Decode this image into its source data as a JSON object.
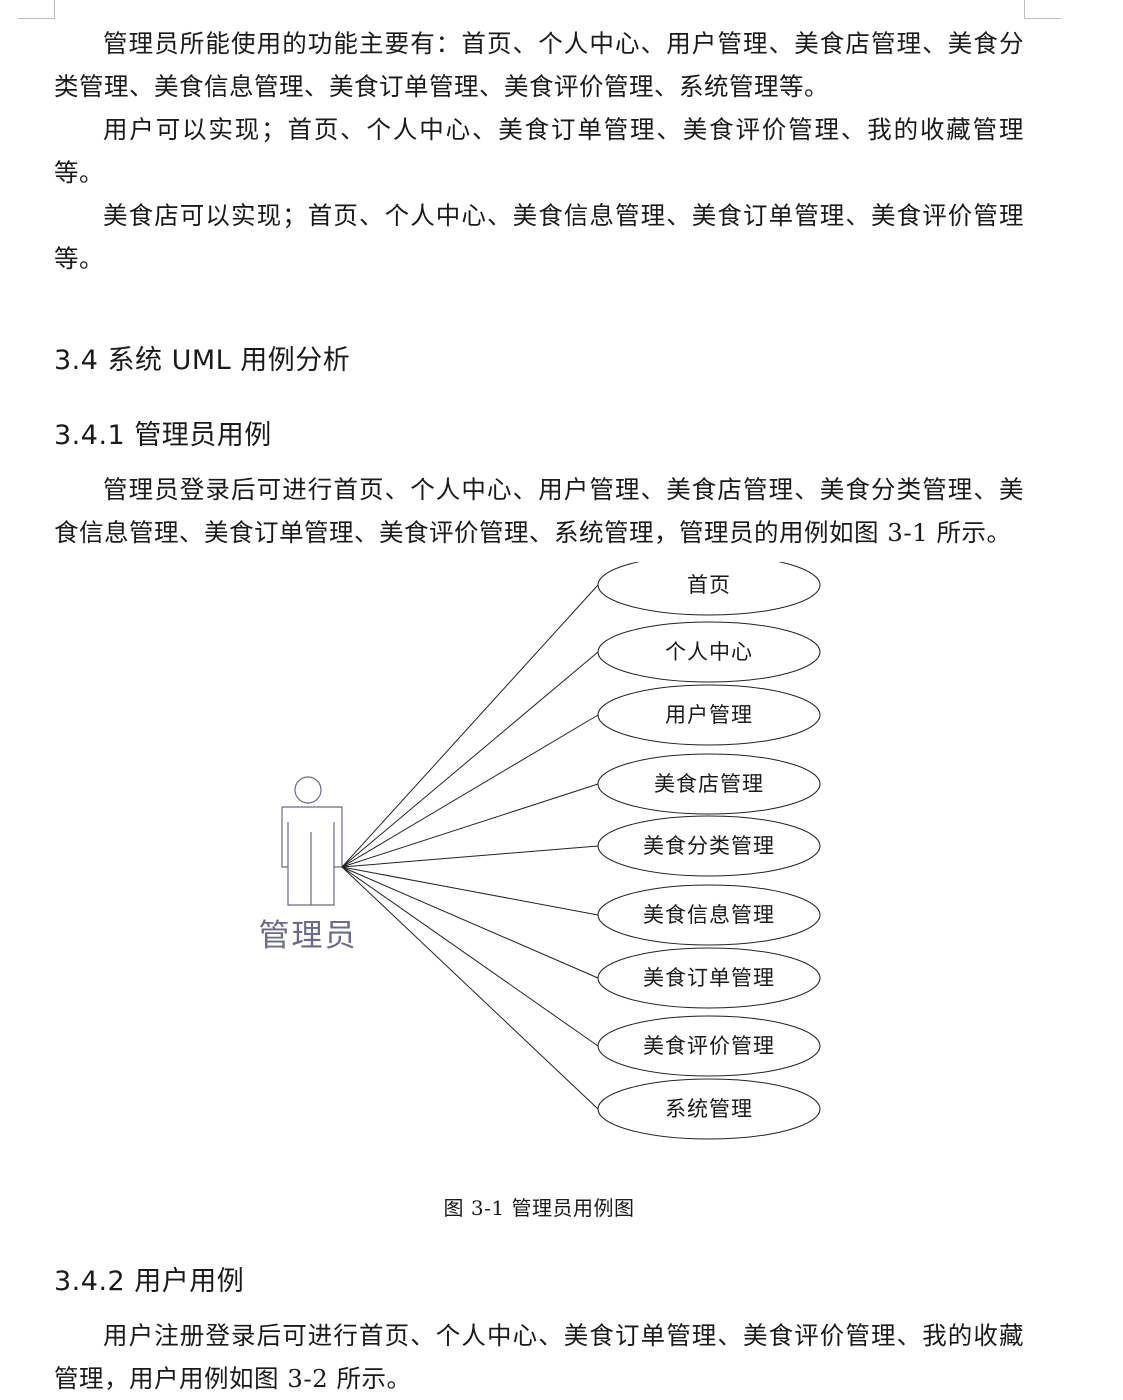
{
  "intro": {
    "admin_functions": "管理员所能使用的功能主要有：首页、个人中心、用户管理、美食店管理、美食分类管理、美食信息管理、美食订单管理、美食评价管理、系统管理等。",
    "user_functions": "用户可以实现；首页、个人中心、美食订单管理、美食评价管理、我的收藏管理等。",
    "shop_functions": "美食店可以实现；首页、个人中心、美食信息管理、美食订单管理、美食评价管理等。"
  },
  "section_3_4": {
    "title": "3.4 系统 UML 用例分析"
  },
  "section_3_4_1": {
    "title": "3.4.1 管理员用例",
    "body": "管理员登录后可进行首页、个人中心、用户管理、美食店管理、美食分类管理、美食信息管理、美食订单管理、美食评价管理、系统管理，管理员的用例如图 3-1 所示。"
  },
  "figure_3_1": {
    "actor_label": "管理员",
    "use_cases": [
      "首页",
      "个人中心",
      "用户管理",
      "美食店管理",
      "美食分类管理",
      "美食信息管理",
      "美食订单管理",
      "美食评价管理",
      "系统管理"
    ],
    "caption": "图 3-1 管理员用例图",
    "actor_color": "#6b6b8a",
    "line_color": "#222222"
  },
  "section_3_4_2": {
    "title": "3.4.2 用户用例",
    "body": "用户注册登录后可进行首页、个人中心、美食订单管理、美食评价管理、我的收藏管理，用户用例如图 3-2 所示。"
  }
}
